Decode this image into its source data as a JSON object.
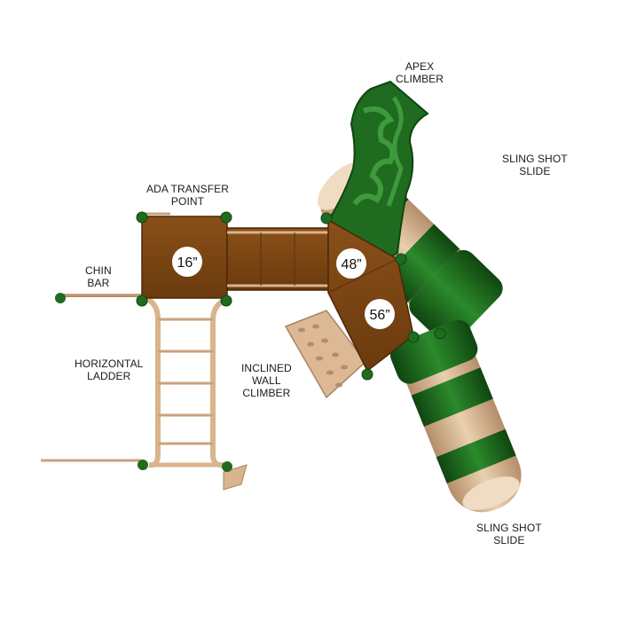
{
  "labels": {
    "apex_climber": [
      "APEX",
      "CLIMBER"
    ],
    "sling_shot_slide_top": [
      "SLING SHOT",
      "SLIDE"
    ],
    "ada_transfer_point": [
      "ADA TRANSFER",
      "POINT"
    ],
    "chin_bar": [
      "CHIN",
      "BAR"
    ],
    "horizontal_ladder": [
      "HORIZONTAL",
      "LADDER"
    ],
    "inclined_wall_climber": [
      "INCLINED",
      "WALL",
      "CLIMBER"
    ],
    "sling_shot_slide_bottom": [
      "SLING SHOT",
      "SLIDE"
    ]
  },
  "deck_heights": [
    "16”",
    "48”",
    "56”"
  ],
  "colors": {
    "deck": "#7a4412",
    "deck_dark": "#5c320b",
    "green": "#1f6b1f",
    "green_dark": "#0f4510",
    "tan": "#d9b48c",
    "tan_dark": "#a98462"
  }
}
